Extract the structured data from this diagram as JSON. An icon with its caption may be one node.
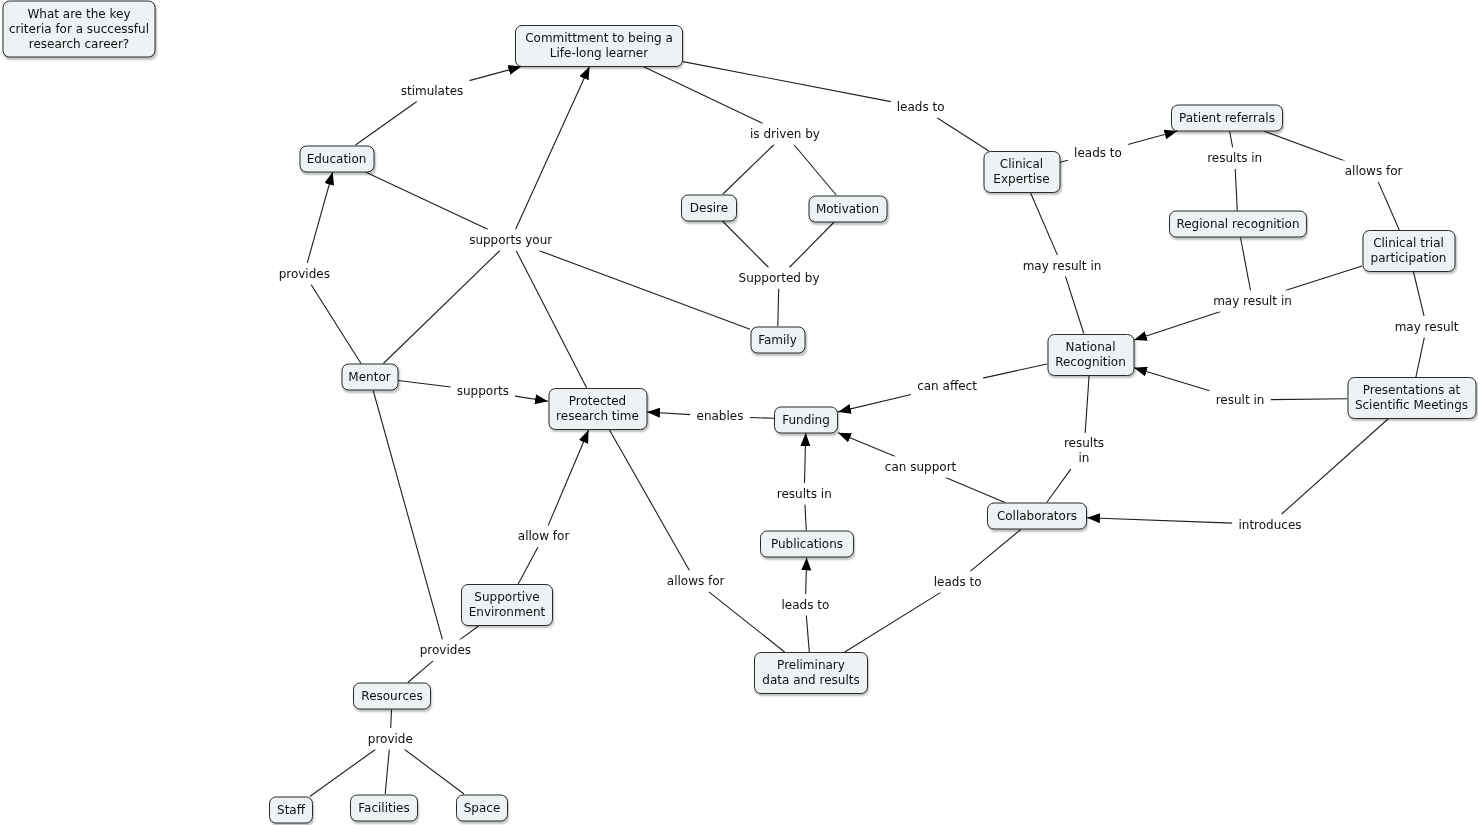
{
  "diagram": {
    "nodes": [
      {
        "text": [
          "What are the key criteria for a successful research career?"
        ]
      },
      {
        "text": [
          "Committment to being a Life-long learner"
        ]
      },
      {
        "text": [
          "stimulates"
        ]
      },
      {
        "text": [
          "leads to"
        ]
      },
      {
        "text": [
          "Patient referrals"
        ]
      },
      {
        "text": [
          "is driven by"
        ]
      },
      {
        "text": [
          "leads to"
        ]
      },
      {
        "text": [
          "Education"
        ]
      },
      {
        "text": [
          "results in"
        ]
      },
      {
        "text": [
          "Clinical Expertise"
        ]
      },
      {
        "text": [
          "allows for"
        ]
      },
      {
        "text": [
          "Desire"
        ]
      },
      {
        "text": [
          "Motivation"
        ]
      },
      {
        "text": [
          "Regional recognition"
        ]
      },
      {
        "text": [
          "supports your"
        ]
      },
      {
        "text": [
          "Clinical trial participation"
        ]
      },
      {
        "text": [
          "may result in"
        ]
      },
      {
        "text": [
          "provides"
        ]
      },
      {
        "text": [
          "Supported by"
        ]
      },
      {
        "text": [
          "may result in"
        ]
      },
      {
        "text": [
          "may result"
        ]
      },
      {
        "text": [
          "Family"
        ]
      },
      {
        "text": [
          "National Recognition"
        ]
      },
      {
        "text": [
          "Mentor"
        ]
      },
      {
        "text": [
          "can affect"
        ]
      },
      {
        "text": [
          "supports"
        ]
      },
      {
        "text": [
          "result in"
        ]
      },
      {
        "text": [
          "Presentations at Scientific Meetings"
        ]
      },
      {
        "text": [
          "Protected research time"
        ]
      },
      {
        "text": [
          "enables"
        ]
      },
      {
        "text": [
          "Funding"
        ]
      },
      {
        "text": [
          "results in"
        ]
      },
      {
        "text": [
          "can support"
        ]
      },
      {
        "text": [
          "results in"
        ]
      },
      {
        "text": [
          "Collaborators"
        ]
      },
      {
        "text": [
          "introduces"
        ]
      },
      {
        "text": [
          "allow for"
        ]
      },
      {
        "text": [
          "Publications"
        ]
      },
      {
        "text": [
          "allows for"
        ]
      },
      {
        "text": [
          "leads to"
        ]
      },
      {
        "text": [
          "Supportive Environment"
        ]
      },
      {
        "text": [
          "leads to"
        ]
      },
      {
        "text": [
          "provides"
        ]
      },
      {
        "text": [
          "Preliminary data and results"
        ]
      },
      {
        "text": [
          "Resources"
        ]
      },
      {
        "text": [
          "provide"
        ]
      },
      {
        "text": [
          "Space"
        ]
      },
      {
        "text": [
          "Facilities"
        ]
      },
      {
        "text": [
          "Staff"
        ]
      }
    ],
    "edges": [
      {
        "from": 7,
        "to": 2,
        "arrow": "none"
      },
      {
        "from": 2,
        "to": 1,
        "arrow": "to"
      },
      {
        "from": 1,
        "to": 5,
        "arrow": "none"
      },
      {
        "from": 5,
        "to": 11,
        "arrow": "none"
      },
      {
        "from": 5,
        "to": 12,
        "arrow": "none"
      },
      {
        "from": 1,
        "to": 3,
        "arrow": "none"
      },
      {
        "from": 3,
        "to": 9,
        "arrow": "none"
      },
      {
        "from": 9,
        "to": 6,
        "arrow": "none"
      },
      {
        "from": 6,
        "to": 4,
        "arrow": "to"
      },
      {
        "from": 4,
        "to": 8,
        "arrow": "none"
      },
      {
        "from": 8,
        "to": 13,
        "arrow": "none"
      },
      {
        "from": 4,
        "to": 10,
        "arrow": "none"
      },
      {
        "from": 10,
        "to": 15,
        "arrow": "none"
      },
      {
        "from": 7,
        "to": 14,
        "arrow": "none"
      },
      {
        "from": 23,
        "to": 14,
        "arrow": "none"
      },
      {
        "from": 28,
        "to": 14,
        "arrow": "none"
      },
      {
        "from": 21,
        "to": 14,
        "arrow": "none"
      },
      {
        "from": 14,
        "to": 1,
        "arrow": "to"
      },
      {
        "from": 23,
        "to": 17,
        "arrow": "none"
      },
      {
        "from": 17,
        "to": 7,
        "arrow": "to"
      },
      {
        "from": 11,
        "to": 18,
        "arrow": "none"
      },
      {
        "from": 12,
        "to": 18,
        "arrow": "none"
      },
      {
        "from": 18,
        "to": 21,
        "arrow": "none"
      },
      {
        "from": 9,
        "to": 16,
        "arrow": "none"
      },
      {
        "from": 16,
        "to": 22,
        "arrow": "none"
      },
      {
        "from": 13,
        "to": 19,
        "arrow": "none"
      },
      {
        "from": 15,
        "to": 19,
        "arrow": "none"
      },
      {
        "from": 19,
        "to": 22,
        "arrow": "to"
      },
      {
        "from": 15,
        "to": 20,
        "arrow": "none"
      },
      {
        "from": 20,
        "to": 27,
        "arrow": "none"
      },
      {
        "from": 23,
        "to": 25,
        "arrow": "none"
      },
      {
        "from": 25,
        "to": 28,
        "arrow": "to"
      },
      {
        "from": 22,
        "to": 24,
        "arrow": "none"
      },
      {
        "from": 24,
        "to": 30,
        "arrow": "to"
      },
      {
        "from": 27,
        "to": 26,
        "arrow": "none"
      },
      {
        "from": 26,
        "to": 22,
        "arrow": "to"
      },
      {
        "from": 30,
        "to": 29,
        "arrow": "none"
      },
      {
        "from": 29,
        "to": 28,
        "arrow": "to"
      },
      {
        "from": 22,
        "to": 31,
        "arrow": "none"
      },
      {
        "from": 31,
        "to": 34,
        "arrow": "none"
      },
      {
        "from": 34,
        "to": 32,
        "arrow": "none"
      },
      {
        "from": 32,
        "to": 30,
        "arrow": "to"
      },
      {
        "from": 37,
        "to": 33,
        "arrow": "none"
      },
      {
        "from": 33,
        "to": 30,
        "arrow": "to"
      },
      {
        "from": 27,
        "to": 35,
        "arrow": "none"
      },
      {
        "from": 35,
        "to": 34,
        "arrow": "to"
      },
      {
        "from": 40,
        "to": 36,
        "arrow": "none"
      },
      {
        "from": 36,
        "to": 28,
        "arrow": "to"
      },
      {
        "from": 28,
        "to": 38,
        "arrow": "none"
      },
      {
        "from": 38,
        "to": 43,
        "arrow": "none"
      },
      {
        "from": 34,
        "to": 39,
        "arrow": "none"
      },
      {
        "from": 39,
        "to": 43,
        "arrow": "none"
      },
      {
        "from": 43,
        "to": 41,
        "arrow": "none"
      },
      {
        "from": 41,
        "to": 37,
        "arrow": "to"
      },
      {
        "from": 23,
        "to": 42,
        "arrow": "none"
      },
      {
        "from": 40,
        "to": 42,
        "arrow": "none"
      },
      {
        "from": 42,
        "to": 44,
        "arrow": "none"
      },
      {
        "from": 44,
        "to": 45,
        "arrow": "none"
      },
      {
        "from": 45,
        "to": 48,
        "arrow": "none"
      },
      {
        "from": 45,
        "to": 47,
        "arrow": "none"
      },
      {
        "from": 45,
        "to": 46,
        "arrow": "none"
      }
    ]
  }
}
